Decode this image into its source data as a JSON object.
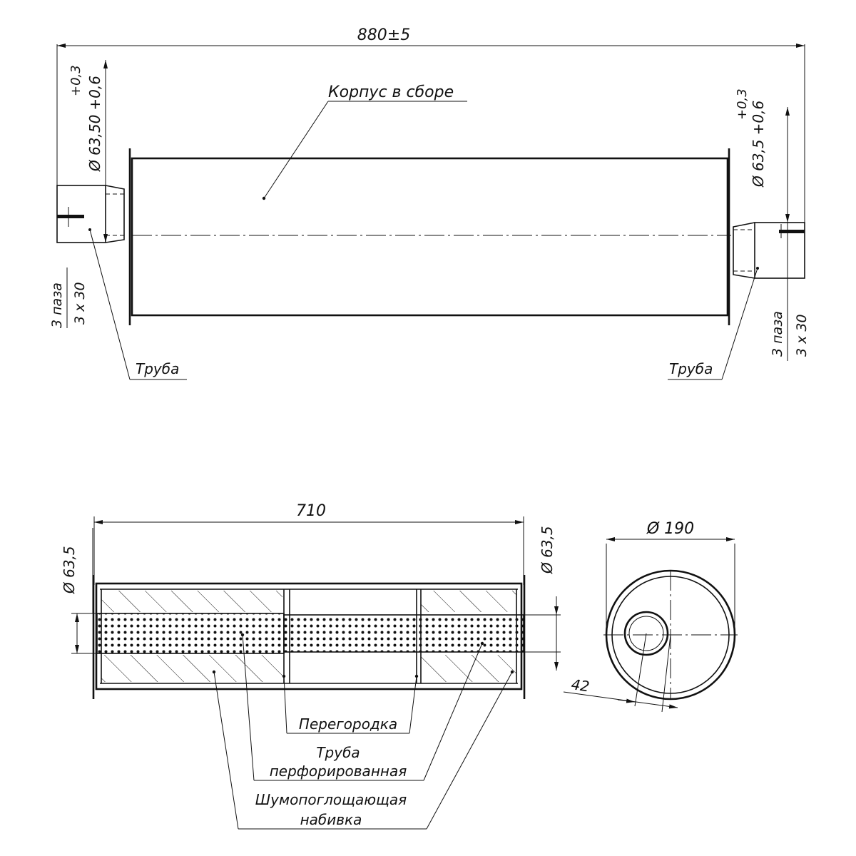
{
  "colors": {
    "ink": "#111111",
    "paper": "#ffffff"
  },
  "top_view": {
    "overall_length": "880",
    "overall_tol_sign": "±",
    "overall_tol_value": "5",
    "body_label": "Корпус в сборе",
    "left_diameter": "Ø 63,50",
    "left_tol_upper": "+0,6",
    "left_tol_lower": "+0,3",
    "right_diameter": "Ø 63,5",
    "right_tol_upper": "+0,6",
    "right_tol_lower": "+0,3",
    "slots_line1": "3 паза",
    "slots_line2": "3 х 30",
    "pipe_label_left": "Труба",
    "pipe_label_right": "Труба"
  },
  "section_view": {
    "length": "710",
    "left_diameter": "Ø 63,5",
    "right_diameter": "Ø 63,5",
    "label_baffle": "Перегородка",
    "label_perf_line1": "Труба",
    "label_perf_line2": "перфорированная",
    "label_packing_line1": "Шумопоглощающая",
    "label_packing_line2": "набивка"
  },
  "end_view": {
    "diameter": "Ø 190",
    "offset": "42"
  }
}
